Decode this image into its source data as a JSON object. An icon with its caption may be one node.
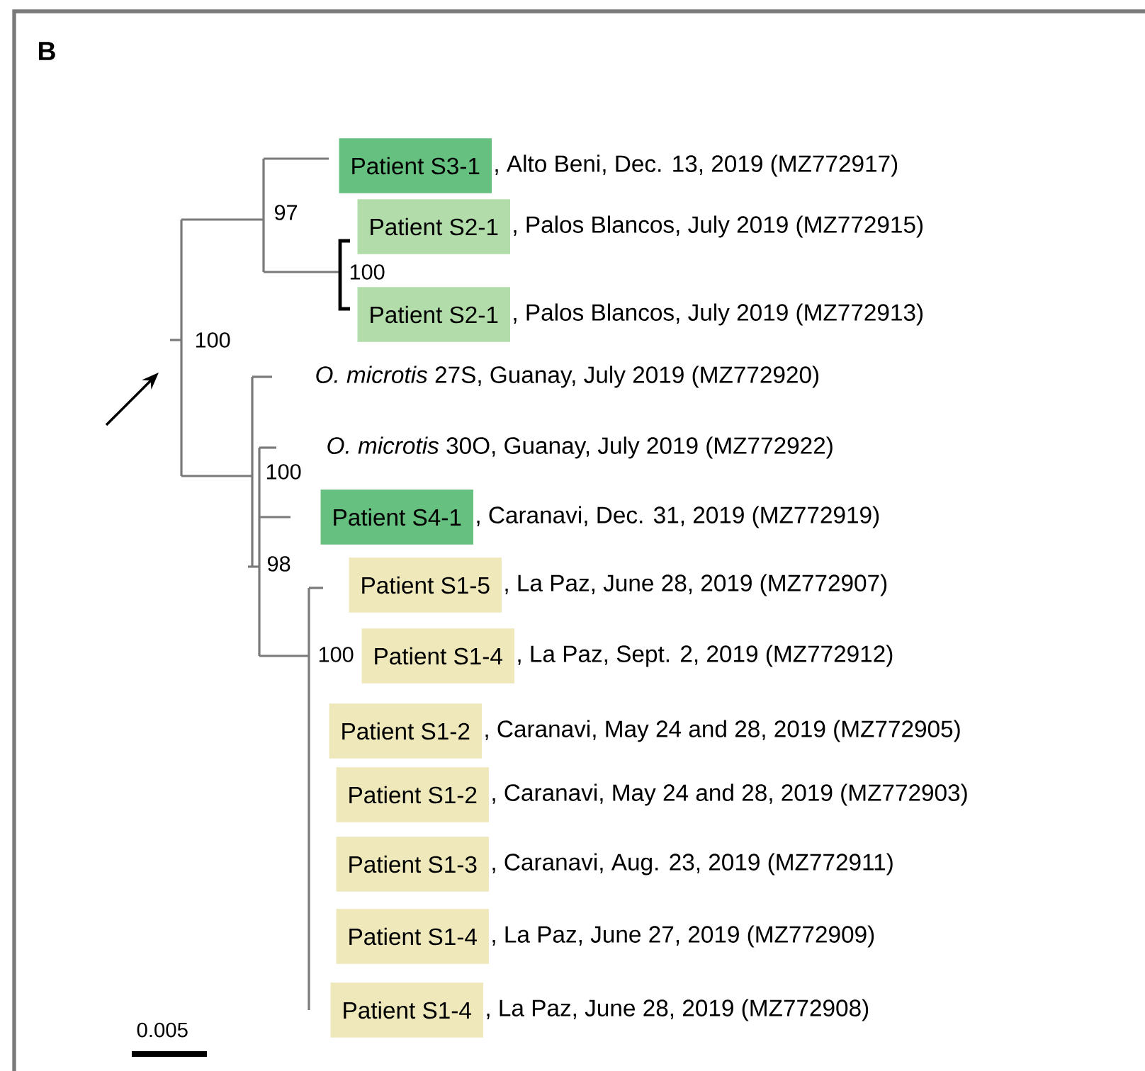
{
  "diagram": {
    "title": "B",
    "nodes": [
      {
        "text": [
          "Patient S3-1"
        ],
        "beside": [
          ",  Alto Beni, Dec. 13, 2019 (MZ772917)"
        ]
      },
      {
        "text": [
          "Patient S2-1"
        ],
        "beside": [
          ", Palos Blancos, July 2019 (MZ772915)"
        ]
      },
      {
        "text": [
          "Patient S2-1"
        ],
        "beside": [
          ", Palos Blancos, July 2019 (MZ772913)"
        ]
      },
      {
        "text": [
          "Patient S4-1"
        ],
        "beside": [
          ", Caranavi, Dec. 31, 2019 (MZ772919)"
        ]
      },
      {
        "text": [
          "Patient S1-5"
        ],
        "beside": [
          ", La Paz, June 28, 2019 (MZ772907)"
        ]
      },
      {
        "text": [
          "Patient S1-4"
        ],
        "beside": [
          ", La Paz, Sept. 2, 2019 (MZ772912)"
        ]
      },
      {
        "text": [
          "Patient S1-2"
        ],
        "beside": [
          ", Caranavi, May 24 and 28, 2019 (MZ772905)"
        ]
      },
      {
        "text": [
          "Patient S1-2"
        ],
        "beside": [
          ", Caranavi, May 24 and 28, 2019 (MZ772903)"
        ]
      },
      {
        "text": [
          "Patient S1-3"
        ],
        "beside": [
          ", Caranavi, Aug. 23, 2019 (MZ772911)"
        ]
      },
      {
        "text": [
          "Patient S1-4"
        ],
        "beside": [
          ", La Paz, June 27, 2019 (MZ772909)"
        ]
      },
      {
        "text": [
          "Patient S1-4"
        ],
        "beside": [
          ", La Paz, June 28, 2019 (MZ772908)"
        ]
      }
    ],
    "labels": [
      "97",
      "100",
      "100",
      "*O. microtis* 27S, Guanay, July 2019 (MZ772920)",
      "*O. microtis* 30O, Guanay, July 2019 (MZ772922)",
      "100",
      "98",
      "100",
      "0.005"
    ]
  }
}
